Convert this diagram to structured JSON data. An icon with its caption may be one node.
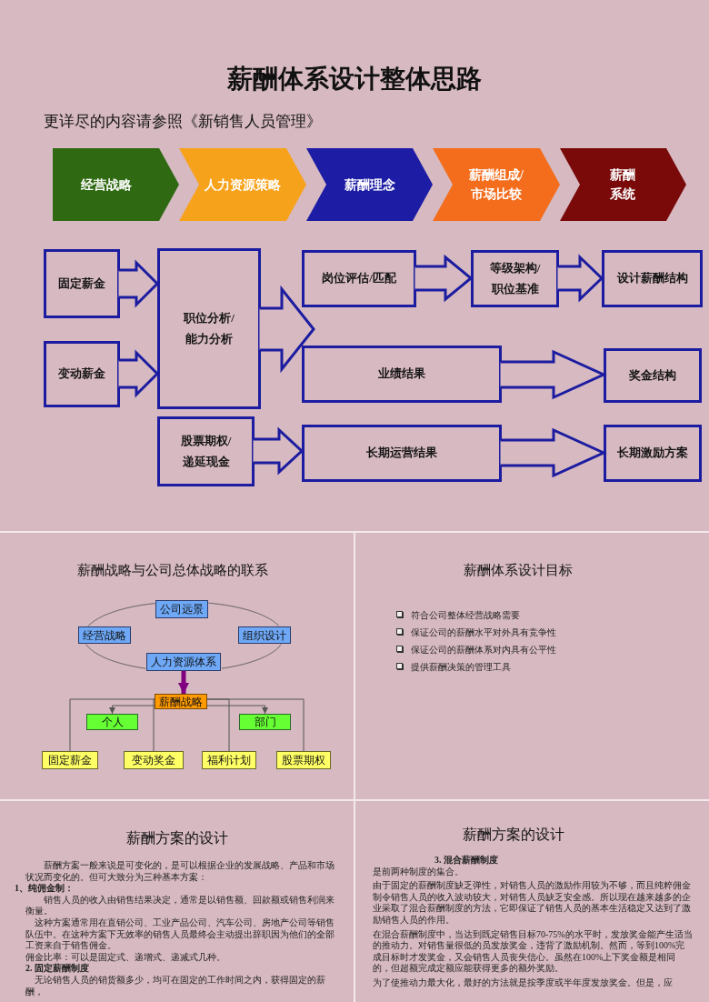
{
  "diagram": {
    "title": "薪酬体系设计整体思路",
    "nodes": [
      {
        "text": [
          "经营战略"
        ]
      },
      {
        "text": [
          "人力资源策略"
        ]
      },
      {
        "text": [
          "薪酬理念"
        ]
      },
      {
        "text": [
          "薪酬组成/市场比较"
        ]
      },
      {
        "text": [
          "薪酬系统"
        ]
      },
      {
        "text": [
          "固定薪金"
        ]
      },
      {
        "text": [
          "变动薪金"
        ]
      },
      {
        "text": [
          "职位分析/能力分析"
        ]
      },
      {
        "text": [
          "岗位评估/匹配"
        ]
      },
      {
        "text": [
          "等级架构/职位基准"
        ]
      },
      {
        "text": [
          "设计薪酬结构"
        ]
      },
      {
        "text": [
          "业绩结果"
        ]
      },
      {
        "text": [
          "奖金结构"
        ]
      },
      {
        "text": [
          "股票期权/递延现金"
        ]
      },
      {
        "text": [
          "长期运营结果"
        ]
      },
      {
        "text": [
          "长期激励方案"
        ]
      },
      {
        "text": [
          "公司远景"
        ]
      },
      {
        "text": [
          "经营战略"
        ]
      },
      {
        "text": [
          "组织设计"
        ]
      },
      {
        "text": [
          "人力资源体系"
        ]
      },
      {
        "text": [
          "薪酬战略"
        ]
      },
      {
        "text": [
          "个人"
        ]
      },
      {
        "text": [
          "部门"
        ]
      },
      {
        "text": [
          "固定薪金"
        ]
      },
      {
        "text": [
          "变动奖金"
        ]
      },
      {
        "text": [
          "福利计划"
        ]
      },
      {
        "text": [
          "股票期权"
        ]
      }
    ],
    "edges": [
      {
        "from": 5,
        "to": 7,
        "arrow": "to"
      },
      {
        "from": 6,
        "to": 7,
        "arrow": "to"
      },
      {
        "from": 7,
        "to": 8,
        "arrow": "to"
      },
      {
        "from": 7,
        "to": 11,
        "arrow": "to"
      },
      {
        "from": 8,
        "to": 9,
        "arrow": "to"
      },
      {
        "from": 9,
        "to": 10,
        "arrow": "to"
      },
      {
        "from": 11,
        "to": 12,
        "arrow": "to"
      },
      {
        "from": 13,
        "to": 14,
        "arrow": "to"
      },
      {
        "from": 14,
        "to": 15,
        "arrow": "to"
      },
      {
        "from": 16,
        "to": 18,
        "arrow": "none"
      },
      {
        "from": 18,
        "to": 19,
        "arrow": "none"
      },
      {
        "from": 19,
        "to": 17,
        "arrow": "none"
      },
      {
        "from": 17,
        "to": 16,
        "arrow": "none"
      },
      {
        "from": 19,
        "to": 20,
        "arrow": "to",
        "style": "thick",
        "color": "#800080"
      },
      {
        "from": 20,
        "to": 21,
        "arrow": "to"
      },
      {
        "from": 20,
        "to": 22,
        "arrow": "to"
      },
      {
        "from": 20,
        "to": 23,
        "arrow": "none"
      },
      {
        "from": 20,
        "to": 24,
        "arrow": "none"
      },
      {
        "from": 20,
        "to": 25,
        "arrow": "none"
      },
      {
        "from": 20,
        "to": 26,
        "arrow": "none"
      }
    ],
    "labels": [
      "更详尽的内容请参照《新销售人员管理》",
      "薪酬战略与公司总体战略的联系",
      "薪酬体系设计目标",
      "符合公司整体经营战略需要",
      "保证公司的薪酬水平对外具有竞争性",
      "保证公司的薪酬体系对内具有公平性",
      "提供薪酬决策的管理工具",
      "薪酬方案的设计",
      "薪酬方案一般来说是可变化的，是可以根据企业的发展战略、产品和市场状况而变化的。但可大致分为三种基本方案：",
      "1、纯佣金制：",
      "销售人员的收入由销售结果决定，通常是以销售额、回款额或销售利润来衡量。",
      "这种方案通常用在直销公司、工业产品公司、汽车公司、房地产公司等销售队伍中。在这种方案下无效率的销售人员最终会主动提出辞职因为他们的全部工资来自于销售佣金。",
      "佣金比率：可以是固定式、递增式、递减式几种。",
      "2. 固定薪酬制度",
      "无论销售人员的销货额多少，均可在固定的工作时间之内，获得固定的薪酬，",
      "薪酬方案的设计",
      "3. 混合薪酬制度",
      "是前两种制度的集合。",
      "由于固定的薪酬制度缺乏弹性，对销售人员的激励作用较为不够，而且纯粹佣金制令销售人员的收入波动较大，对销售人员缺乏安全感。所以现在越来越多的企业采取了混合薪酬制度的方法，它即保证了销售人员的基本生活稳定又达到了激励销售人员的作用。",
      "在混合薪酬制度中，当达到既定销售目标70-75%的水平时，发放奖金能产生适当的推动力。对销售量很低的员发放奖金，违背了激励机制。然而，等到100%完成目标时才发奖金，又会销售人员丧失信心。虽然在100%上下奖金额是相同的，但超额完成定额应能获得更多的额外奖励。",
      "为了使推动力最大化，最好的方法就是按季度或半年度发放奖金。但是，应"
    ]
  }
}
